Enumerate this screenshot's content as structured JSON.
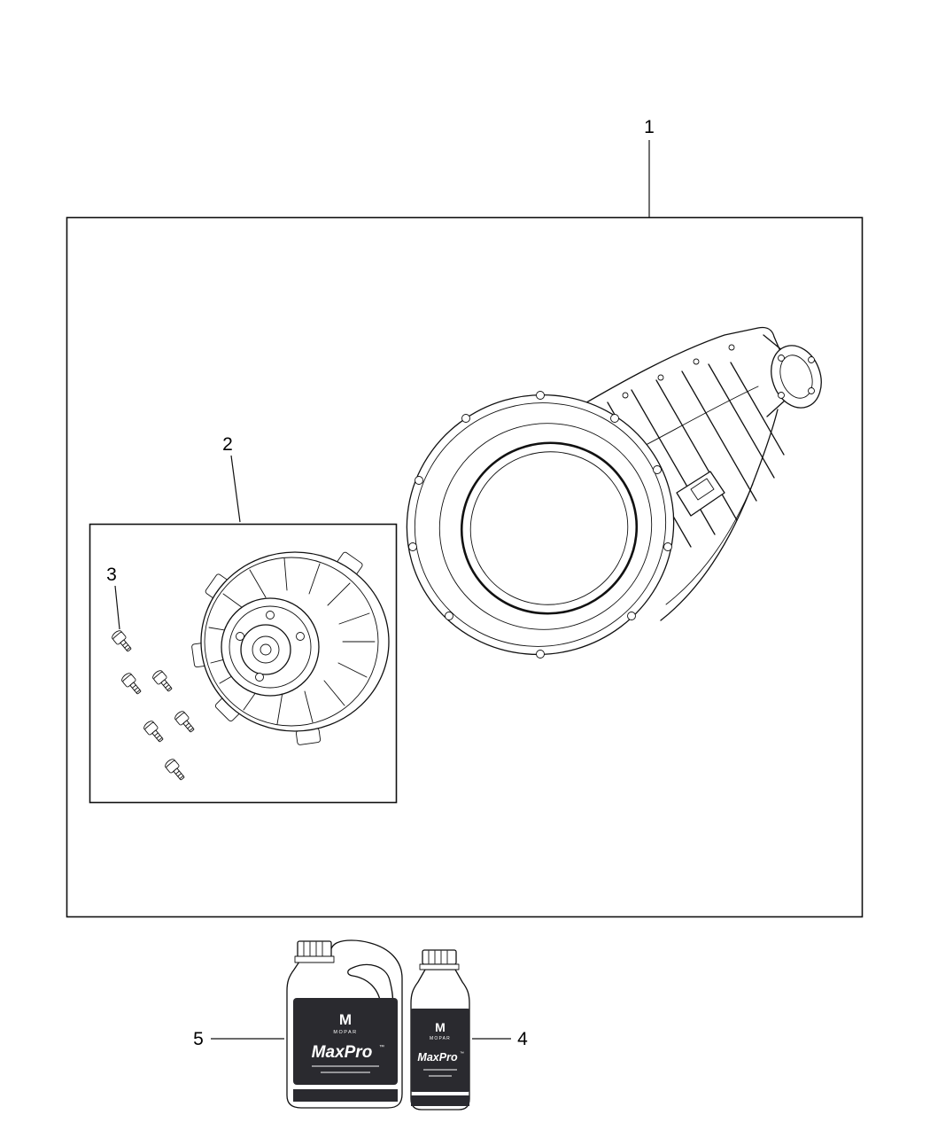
{
  "diagram": {
    "callouts": {
      "transmission": "1",
      "torque_converter": "2",
      "bolt": "3",
      "quart_bottle": "4",
      "gallon_jug": "5"
    },
    "gallon_jug_label": {
      "logo_letter": "M",
      "brand": "MOPAR",
      "product": "MaxPro",
      "trademark": "™"
    },
    "quart_bottle_label": {
      "logo_letter": "M",
      "brand": "MOPAR",
      "product": "MaxPro",
      "trademark": "™"
    },
    "colors": {
      "line": "#111111",
      "label_background": "#2a2a2f",
      "label_text": "#ffffff",
      "page_background": "#ffffff"
    }
  }
}
